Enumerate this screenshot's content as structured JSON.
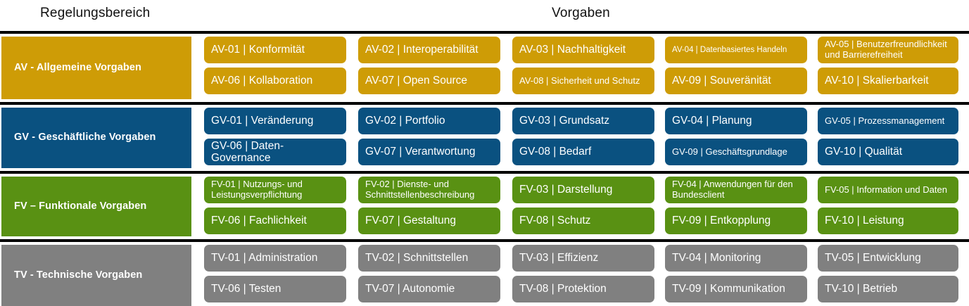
{
  "header": {
    "col_left": "Regelungsbereich",
    "col_right": "Vorgaben"
  },
  "colors": {
    "av": "#CE9C06",
    "gv": "#0A5180",
    "fv": "#599113",
    "tv": "#808080",
    "divider": "#000000",
    "text_on_tile": "#FFFFFF",
    "page_background": "#FFFFFF"
  },
  "rows": [
    {
      "key": "av",
      "category": "AV - Allgemeine Vorgaben",
      "color": "#CE9C06",
      "tiles": [
        {
          "id": "AV-01",
          "label": "AV-01 | Konformität",
          "size": "normal"
        },
        {
          "id": "AV-02",
          "label": "AV-02 | Interoperabilität",
          "size": "normal"
        },
        {
          "id": "AV-03",
          "label": "AV-03 | Nachhaltigkeit",
          "size": "normal"
        },
        {
          "id": "AV-04",
          "label": "AV-04 | Datenbasiertes Handeln",
          "size": "tiny"
        },
        {
          "id": "AV-05",
          "label": "AV-05 | Benutzerfreundlichkeit und Barrierefreiheit",
          "size": "small"
        },
        {
          "id": "AV-06",
          "label": "AV-06 | Kollaboration",
          "size": "normal"
        },
        {
          "id": "AV-07",
          "label": "AV-07 | Open Source",
          "size": "normal"
        },
        {
          "id": "AV-08",
          "label": "AV-08 | Sicherheit und Schutz",
          "size": "small"
        },
        {
          "id": "AV-09",
          "label": "AV-09 | Souveränität",
          "size": "normal"
        },
        {
          "id": "AV-10",
          "label": "AV-10 | Skalierbarkeit",
          "size": "normal"
        }
      ]
    },
    {
      "key": "gv",
      "category": "GV - Geschäftliche Vorgaben",
      "color": "#0A5180",
      "tiles": [
        {
          "id": "GV-01",
          "label": "GV-01 | Veränderung",
          "size": "normal"
        },
        {
          "id": "GV-02",
          "label": "GV-02 | Portfolio",
          "size": "normal"
        },
        {
          "id": "GV-03",
          "label": "GV-03 | Grundsatz",
          "size": "normal"
        },
        {
          "id": "GV-04",
          "label": "GV-04 | Planung",
          "size": "normal"
        },
        {
          "id": "GV-05",
          "label": "GV-05 | Prozessmanagement",
          "size": "small"
        },
        {
          "id": "GV-06",
          "label": "GV-06 | Daten-Governance",
          "size": "normal"
        },
        {
          "id": "GV-07",
          "label": "GV-07 | Verantwortung",
          "size": "normal"
        },
        {
          "id": "GV-08",
          "label": "GV-08 | Bedarf",
          "size": "normal"
        },
        {
          "id": "GV-09",
          "label": "GV-09 | Geschäftsgrundlage",
          "size": "small"
        },
        {
          "id": "GV-10",
          "label": "GV-10 | Qualität",
          "size": "normal"
        }
      ]
    },
    {
      "key": "fv",
      "category": "FV – Funktionale Vorgaben",
      "color": "#599113",
      "tiles": [
        {
          "id": "FV-01",
          "label": "FV-01 | Nutzungs- und Leistungsverpflichtung",
          "size": "small"
        },
        {
          "id": "FV-02",
          "label": "FV-02 | Dienste- und Schnittstellenbeschreibung",
          "size": "small"
        },
        {
          "id": "FV-03",
          "label": "FV-03 | Darstellung",
          "size": "normal"
        },
        {
          "id": "FV-04",
          "label": "FV-04 | Anwendungen für den Bundesclient",
          "size": "small"
        },
        {
          "id": "FV-05",
          "label": "FV-05 | Information und Daten",
          "size": "small"
        },
        {
          "id": "FV-06",
          "label": "FV-06 | Fachlichkeit",
          "size": "normal"
        },
        {
          "id": "FV-07",
          "label": "FV-07 | Gestaltung",
          "size": "normal"
        },
        {
          "id": "FV-08",
          "label": "FV-08 | Schutz",
          "size": "normal"
        },
        {
          "id": "FV-09",
          "label": "FV-09 | Entkopplung",
          "size": "normal"
        },
        {
          "id": "FV-10",
          "label": "FV-10 | Leistung",
          "size": "normal"
        }
      ]
    },
    {
      "key": "tv",
      "category": "TV - Technische Vorgaben",
      "color": "#808080",
      "tiles": [
        {
          "id": "TV-01",
          "label": "TV-01 | Administration",
          "size": "normal"
        },
        {
          "id": "TV-02",
          "label": "TV-02 | Schnittstellen",
          "size": "normal"
        },
        {
          "id": "TV-03",
          "label": "TV-03 | Effizienz",
          "size": "normal"
        },
        {
          "id": "TV-04",
          "label": "TV-04 | Monitoring",
          "size": "normal"
        },
        {
          "id": "TV-05",
          "label": "TV-05 | Entwicklung",
          "size": "normal"
        },
        {
          "id": "TV-06",
          "label": "TV-06 | Testen",
          "size": "normal"
        },
        {
          "id": "TV-07",
          "label": "TV-07 | Autonomie",
          "size": "normal"
        },
        {
          "id": "TV-08",
          "label": "TV-08 | Protektion",
          "size": "normal"
        },
        {
          "id": "TV-09",
          "label": "TV-09 | Kommunikation",
          "size": "normal"
        },
        {
          "id": "TV-10",
          "label": "TV-10 | Betrieb",
          "size": "normal"
        }
      ]
    }
  ]
}
